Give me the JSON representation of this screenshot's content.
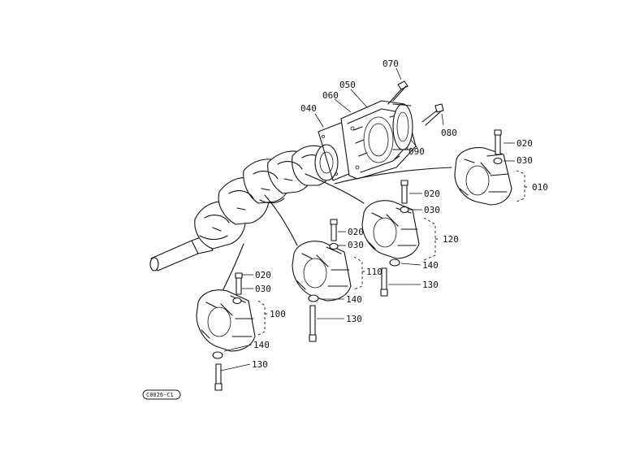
{
  "callouts": {
    "c070": "070",
    "c050": "050",
    "c060": "060",
    "c040": "040",
    "c080": "080",
    "c090": "090",
    "c020_a": "020",
    "c030_a": "030",
    "c010": "010",
    "c020_b": "020",
    "c030_b": "030",
    "c120": "120",
    "c140_b": "140",
    "c130_b": "130",
    "c020_c": "020",
    "c030_c": "030",
    "c110": "110",
    "c140_c": "140",
    "c130_c": "130",
    "c020_d": "020",
    "c030_d": "030",
    "c100": "100",
    "c140_d": "140",
    "c130_d": "130"
  },
  "diagram_code": "C0026-C1"
}
